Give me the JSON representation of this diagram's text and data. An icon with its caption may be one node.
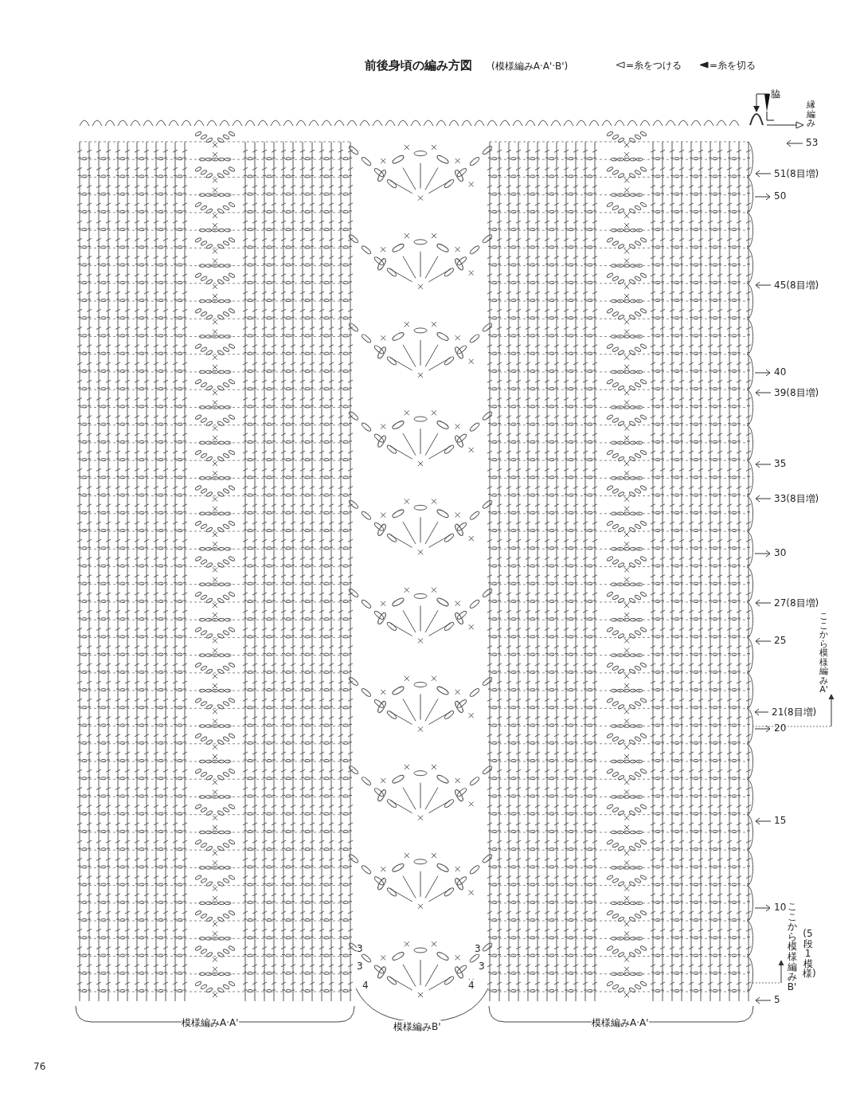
{
  "diagram": {
    "title": "前後身頃の編み方図",
    "nodes": [
      {
        "text": [
          "脇"
        ]
      },
      {
        "text": [],
        "shape": "arc"
      }
    ],
    "edges": [
      {
        "from": 0,
        "to": 1,
        "arrow": "to"
      }
    ],
    "labels": [
      "(模様編みA·A'·B')",
      "縁編み",
      "53",
      "51(8目増)",
      "50",
      "45(8目増)",
      "40",
      "39(8目増)",
      "35",
      "33(8目増)",
      "30",
      "27(8目増)",
      "25",
      "ここから模様編みA'",
      "21(8目増)",
      "20",
      "15",
      "10",
      "ここから模様編みB'",
      "(5段1模様)",
      "3",
      "3",
      "3",
      "3",
      "4",
      "4",
      "5",
      "模様編みA·A'",
      "模様編みB'",
      "模様編みA·A'",
      "76"
    ],
    "legend": [
      {
        "text": "=糸をつける"
      },
      {
        "text": "=糸を切る"
      }
    ]
  }
}
